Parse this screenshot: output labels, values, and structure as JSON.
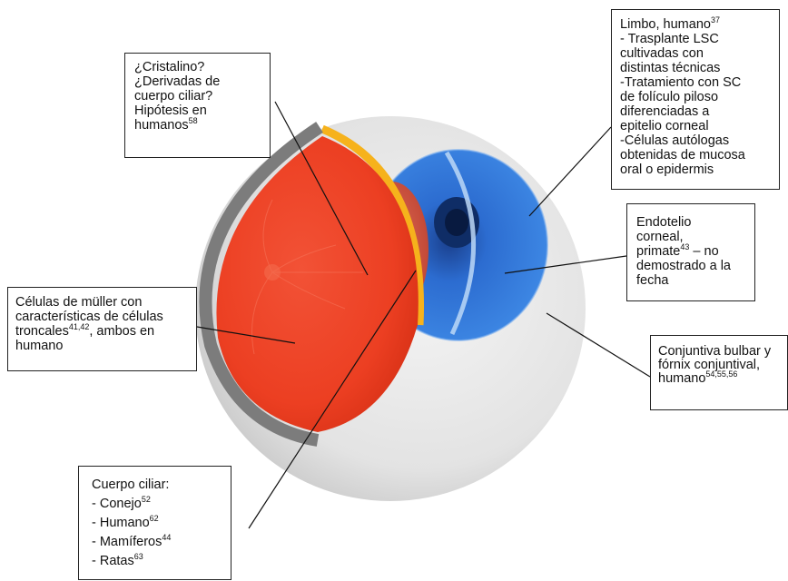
{
  "callouts": {
    "cristalino": {
      "lines": [
        "¿Cristalino?",
        "¿Derivadas de",
        "cuerpo ciliar?",
        "Hipótesis en",
        "humanos"
      ],
      "ref": "58"
    },
    "limbo": {
      "title": "Limbo, humano",
      "title_ref": "37",
      "lines": [
        "- Trasplante LSC",
        "cultivadas con",
        "distintas técnicas",
        "-Tratamiento con SC",
        "de folículo piloso",
        "diferenciadas a",
        "epitelio corneal",
        "-Células autólogas",
        "obtenidas de mucosa",
        "oral o epidermis"
      ]
    },
    "endotelio": {
      "lines": [
        "Endotelio",
        "corneal,",
        "primate",
        "– no",
        "demostrado a la",
        "fecha"
      ],
      "ref": "43"
    },
    "muller": {
      "lines": [
        "Células de müller con",
        "características de células",
        "troncales",
        ", ambos en",
        "humano"
      ],
      "ref": "41,42"
    },
    "conjuntiva": {
      "lines": [
        "Conjuntiva bulbar y",
        "fórnix conjuntival,",
        "humano"
      ],
      "ref": "54,55,56"
    },
    "ciliar": {
      "title": "Cuerpo ciliar:",
      "items": [
        {
          "label": "- Conejo",
          "ref": "52"
        },
        {
          "label": "- Humano",
          "ref": "62"
        },
        {
          "label": "- Mamíferos",
          "ref": "44"
        },
        {
          "label": "- Ratas",
          "ref": "63"
        }
      ]
    }
  },
  "colors": {
    "retina": "#f0452a",
    "cornea": "#2f7fe0",
    "sclera": "#e9e9e9",
    "lens": "#d9553a",
    "ciliary": "#f6b21c"
  }
}
